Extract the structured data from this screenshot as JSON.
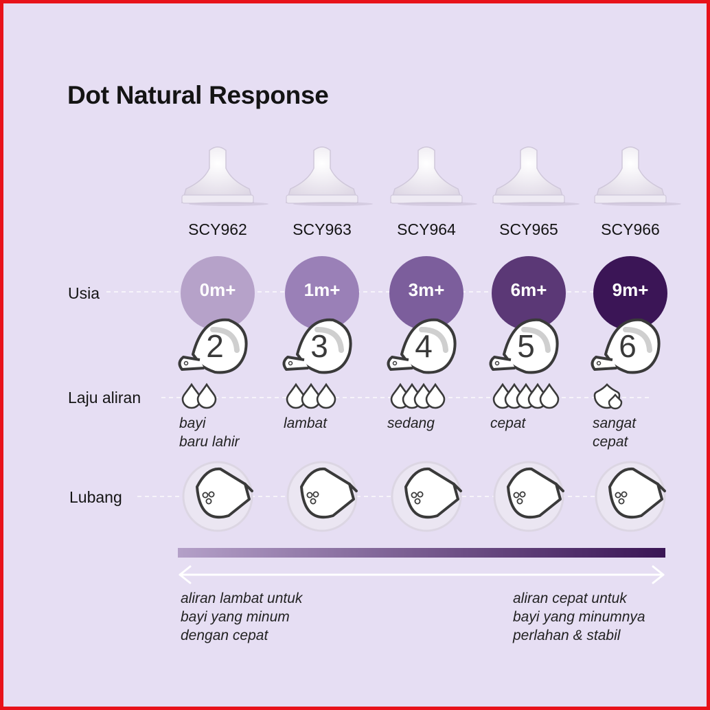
{
  "title": "Dot Natural Response",
  "row_labels": {
    "age": "Usia",
    "flow": "Laju aliran",
    "hole": "Lubang"
  },
  "products": [
    {
      "code": "SCY962",
      "age": "0m+",
      "flow_number": "2",
      "flow_drops": 2,
      "flow_label_line1": "bayi",
      "flow_label_line2": "baru lahir",
      "color": "#b6a2c9"
    },
    {
      "code": "SCY963",
      "age": "1m+",
      "flow_number": "3",
      "flow_drops": 3,
      "flow_label_line1": "lambat",
      "flow_label_line2": "",
      "color": "#9a80b7"
    },
    {
      "code": "SCY964",
      "age": "3m+",
      "flow_number": "4",
      "flow_drops": 4,
      "flow_label_line1": "sedang",
      "flow_label_line2": "",
      "color": "#7c5e9c"
    },
    {
      "code": "SCY965",
      "age": "6m+",
      "flow_number": "5",
      "flow_drops": 5,
      "flow_label_line1": "cepat",
      "flow_label_line2": "",
      "color": "#5b3876"
    },
    {
      "code": "SCY966",
      "age": "9m+",
      "flow_number": "6",
      "flow_drops": "large",
      "flow_label_line1": "sangat",
      "flow_label_line2": "cepat",
      "color": "#3b1556"
    }
  ],
  "scale": {
    "left_line1": "aliran lambat untuk",
    "left_line2": "bayi yang minum",
    "left_line3": "dengan cepat",
    "right_line1": "aliran cepat untuk",
    "right_line2": "bayi yang minumnya",
    "right_line3": "perlahan & stabil",
    "gradient_start": "#b4a0c8",
    "gradient_end": "#3a1555"
  },
  "icons": {
    "teat": "bottle-teat-image",
    "flow_badge": "nipple-profile-icon",
    "drop": "water-drop-icon",
    "hole": "nipple-hole-icon",
    "arrow": "double-arrow-icon"
  }
}
